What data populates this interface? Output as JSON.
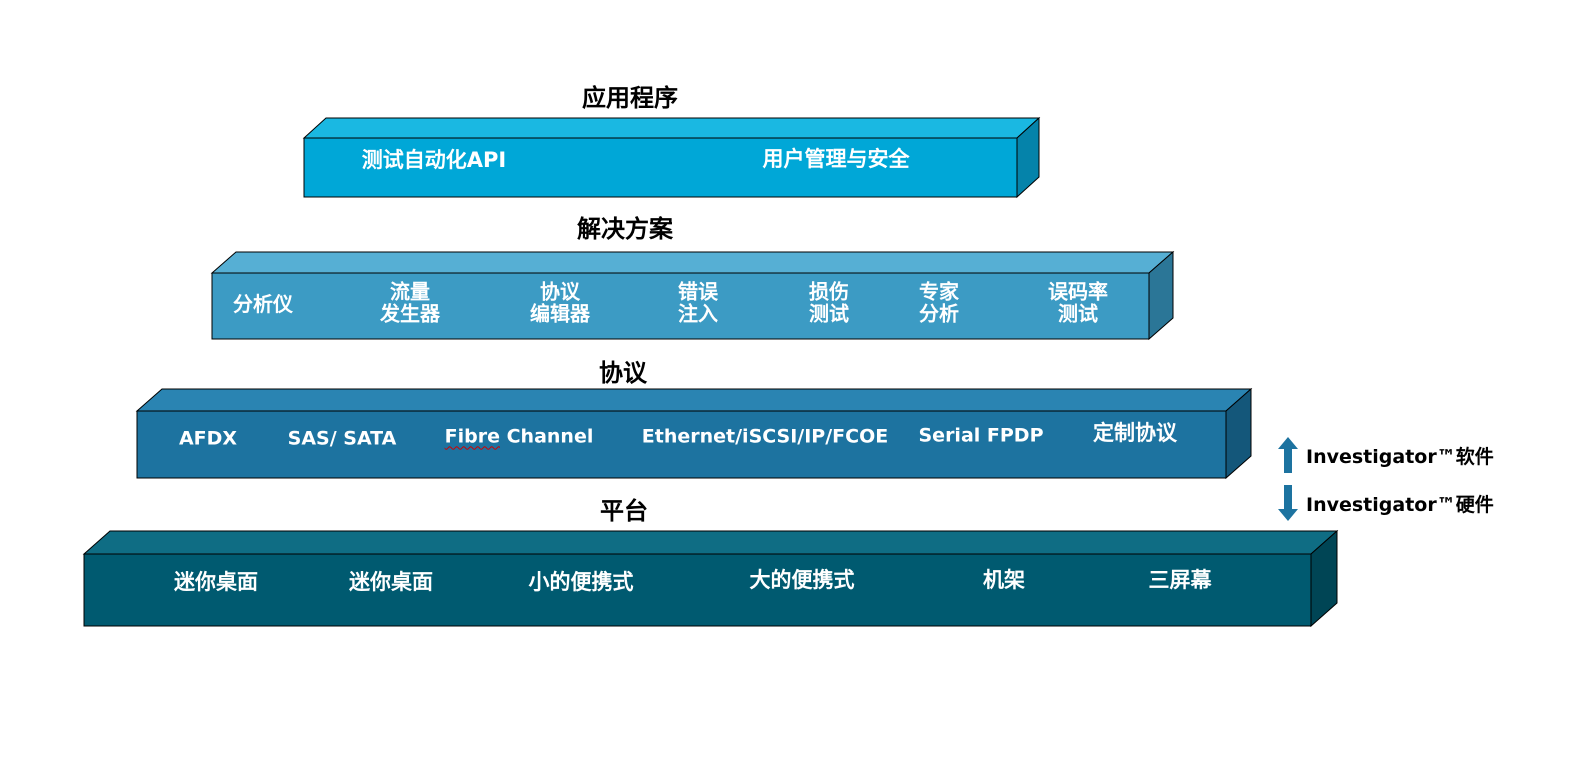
{
  "layers": {
    "applications": {
      "heading": "应用程序",
      "items": [
        "测试自动化API",
        "用户管理与安全"
      ],
      "color_front": "#00a7d7",
      "color_top": "#1ab8e2",
      "color_side": "#0583aa"
    },
    "solutions": {
      "heading": "解决方案",
      "items": [
        {
          "line1": "分析仪",
          "line2": ""
        },
        {
          "line1": "流量",
          "line2": "发生器"
        },
        {
          "line1": "协议",
          "line2": "编辑器"
        },
        {
          "line1": "错误",
          "line2": "注入"
        },
        {
          "line1": "损伤",
          "line2": "测试"
        },
        {
          "line1": "专家",
          "line2": "分析"
        },
        {
          "line1": "误码率",
          "line2": "测试"
        }
      ],
      "color_front": "#3c9bc4",
      "color_top": "#56afd4",
      "color_side": "#2b7697"
    },
    "protocols": {
      "heading": "协议",
      "items": [
        "AFDX",
        "SAS/ SATA",
        "Fibre Channel",
        "Ethernet/iSCSI/IP/FCOE",
        "Serial FPDP",
        "定制协议"
      ],
      "color_front": "#1d73a0",
      "color_top": "#2a84b2",
      "color_side": "#14577a"
    },
    "platforms": {
      "heading": "平台",
      "items": [
        "迷你桌面",
        "迷你桌面",
        "小的便携式",
        "大的便携式",
        "机架",
        "三屏幕"
      ],
      "color_front": "#005a70",
      "color_top": "#0f6d84",
      "color_side": "#004555"
    }
  },
  "legend": {
    "software": "Investigator™软件",
    "hardware": "Investigator™硬件",
    "arrow_color": "#1d73a0"
  }
}
